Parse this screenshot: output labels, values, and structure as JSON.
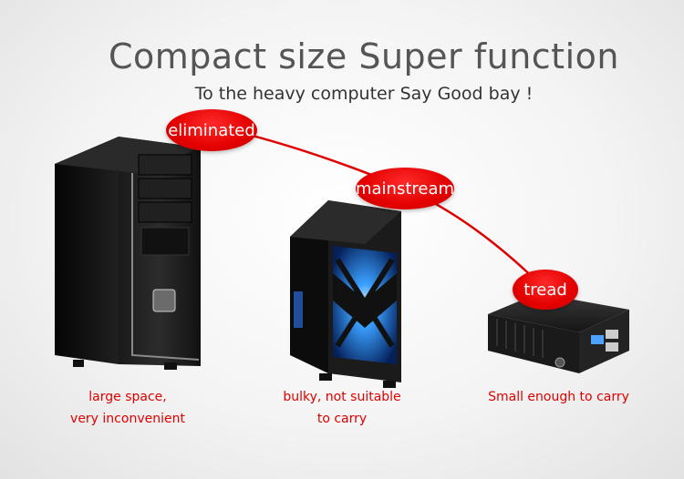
{
  "header": {
    "title": "Compact size Super function",
    "subtitle": "To the heavy computer Say Good bay !"
  },
  "bubbles": {
    "first": "eliminated",
    "second": "mainstream",
    "third": "tread"
  },
  "captions": {
    "large_line1": "large space,",
    "large_line2": "very inconvenient",
    "mid_line1": "bulky, not suitable",
    "mid_line2": "to carry",
    "small_line1": "Small enough to carry"
  },
  "colors": {
    "accent": "#e00000",
    "title": "#555555"
  }
}
